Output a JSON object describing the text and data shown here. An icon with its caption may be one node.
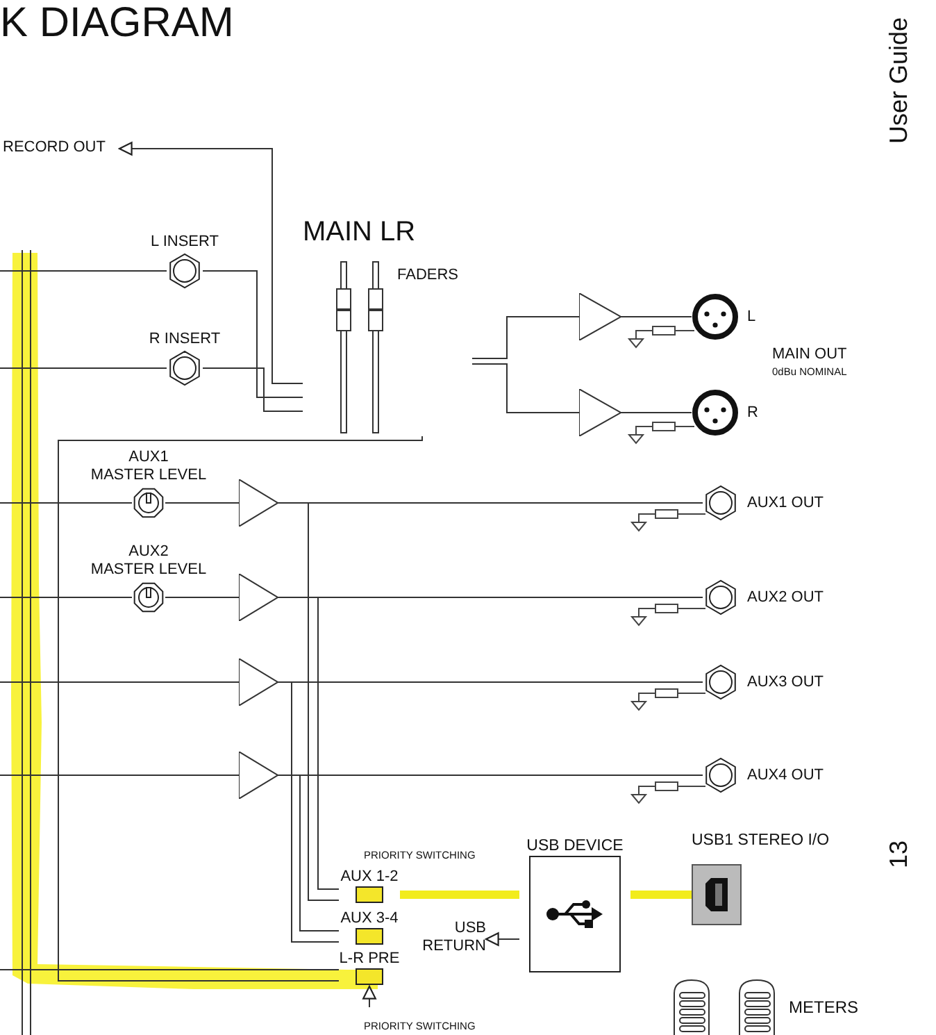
{
  "diagram": {
    "title": "K DIAGRAM",
    "nodes": [
      {
        "text": [
          "L INSERT"
        ]
      },
      {
        "text": [
          "R INSERT"
        ]
      },
      {
        "text": [
          "MAIN LR",
          "FADERS"
        ]
      },
      {
        "text": [],
        "shape": "triangle"
      },
      {
        "text": [],
        "shape": "triangle"
      },
      {
        "text": [
          "L"
        ]
      },
      {
        "text": [
          "R"
        ]
      },
      {
        "text": [
          "AUX1",
          "MASTER LEVEL"
        ]
      },
      {
        "text": [
          "AUX2",
          "MASTER LEVEL"
        ]
      },
      {
        "text": [],
        "shape": "triangle"
      },
      {
        "text": [],
        "shape": "triangle"
      },
      {
        "text": [],
        "shape": "triangle"
      },
      {
        "text": [],
        "shape": "triangle"
      },
      {
        "text": [
          "AUX1 OUT"
        ]
      },
      {
        "text": [
          "AUX2 OUT"
        ]
      },
      {
        "text": [
          "AUX3 OUT"
        ]
      },
      {
        "text": [
          "AUX4 OUT"
        ]
      },
      {
        "text": [
          "AUX 1-2"
        ]
      },
      {
        "text": [
          "AUX 3-4"
        ]
      },
      {
        "text": [
          "L-R PRE"
        ]
      },
      {
        "text": [
          "USB DEVICE"
        ]
      },
      {
        "text": [
          "USB1 STEREO I/O"
        ]
      },
      {
        "text": [
          "RECORD OUT"
        ]
      },
      {
        "text": [
          "USB RETURN"
        ]
      },
      {
        "text": [
          "METERS"
        ]
      }
    ],
    "edges": [
      {
        "from": null,
        "to": 0,
        "arrow": "none"
      },
      {
        "from": null,
        "to": 1,
        "arrow": "none"
      },
      {
        "from": 0,
        "to": 2,
        "arrow": "none"
      },
      {
        "from": 1,
        "to": 2,
        "arrow": "none"
      },
      {
        "from": 2,
        "to": 22,
        "arrow": "to"
      },
      {
        "from": 2,
        "to": 3,
        "arrow": "none"
      },
      {
        "from": 2,
        "to": 4,
        "arrow": "none"
      },
      {
        "from": 3,
        "to": 5,
        "arrow": "none"
      },
      {
        "from": 4,
        "to": 6,
        "arrow": "none"
      },
      {
        "from": null,
        "to": 7,
        "arrow": "none"
      },
      {
        "from": null,
        "to": 8,
        "arrow": "none"
      },
      {
        "from": null,
        "to": 11,
        "arrow": "none"
      },
      {
        "from": null,
        "to": 12,
        "arrow": "none"
      },
      {
        "from": 7,
        "to": 9,
        "arrow": "none"
      },
      {
        "from": 8,
        "to": 10,
        "arrow": "none"
      },
      {
        "from": 9,
        "to": 13,
        "arrow": "none"
      },
      {
        "from": 10,
        "to": 14,
        "arrow": "none"
      },
      {
        "from": 11,
        "to": 15,
        "arrow": "none"
      },
      {
        "from": 12,
        "to": 16,
        "arrow": "none"
      },
      {
        "from": 9,
        "to": 17,
        "arrow": "none"
      },
      {
        "from": 10,
        "to": 17,
        "arrow": "none"
      },
      {
        "from": 11,
        "to": 18,
        "arrow": "none"
      },
      {
        "from": 12,
        "to": 18,
        "arrow": "none"
      },
      {
        "from": 2,
        "to": 19,
        "arrow": "none"
      },
      {
        "from": null,
        "to": 19,
        "arrow": "none"
      },
      {
        "from": null,
        "to": 19,
        "arrow": "to"
      },
      {
        "from": 17,
        "to": 20,
        "arrow": "none",
        "style": "thick",
        "color": "#f2ec1c"
      },
      {
        "from": 20,
        "to": 21,
        "arrow": "none",
        "style": "thick",
        "color": "#f2ec1c"
      },
      {
        "from": 20,
        "to": 23,
        "arrow": "to"
      }
    ],
    "labels": [
      "User Guide",
      "MAIN OUT",
      "0dBu NOMINAL",
      "PRIORITY SWITCHING",
      "13",
      "PRIORITY SWITCHING"
    ]
  }
}
